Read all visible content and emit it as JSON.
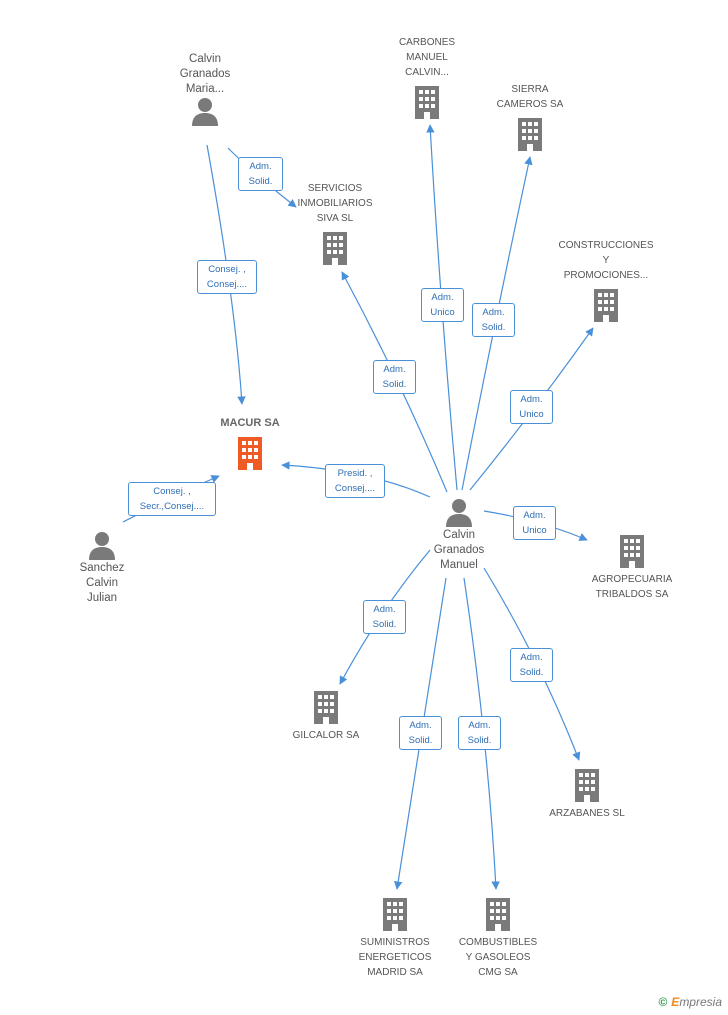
{
  "colors": {
    "edge": "#4a90d9",
    "building": "#7a7a7a",
    "focal": "#f05a24",
    "person": "#7a7a7a"
  },
  "nodes": {
    "macur": {
      "label": "MACUR SA",
      "icon": "building-icon"
    },
    "calvin_maria": {
      "label": "Calvin\nGranados\nMaria...",
      "icon": "person-icon"
    },
    "sanchez": {
      "label": "Sanchez\nCalvin\nJulian",
      "icon": "person-icon"
    },
    "calvin_manuel": {
      "label": "Calvin\nGranados\nManuel",
      "icon": "person-icon"
    },
    "servicios": {
      "label": "SERVICIOS\nINMOBILIARIOS\nSIVA SL",
      "icon": "building-icon"
    },
    "carbones": {
      "label": "CARBONES\nMANUEL\nCALVIN...",
      "icon": "building-icon"
    },
    "sierra": {
      "label": "SIERRA\nCAMEROS SA",
      "icon": "building-icon"
    },
    "construcciones": {
      "label": "CONSTRUCCIONES\nY\nPROMOCIONES...",
      "icon": "building-icon"
    },
    "agropecuaria": {
      "label": "AGROPECUARIA\nTRIBALDOS SA",
      "icon": "building-icon"
    },
    "gilcalor": {
      "label": "GILCALOR SA",
      "icon": "building-icon"
    },
    "arzabanes": {
      "label": "ARZABANES SL",
      "icon": "building-icon"
    },
    "suministros": {
      "label": "SUMINISTROS\nENERGETICOS\nMADRID SA",
      "icon": "building-icon"
    },
    "combustibles": {
      "label": "COMBUSTIBLES\nY GASOLEOS\nCMG SA",
      "icon": "building-icon"
    }
  },
  "edges": {
    "maria_servicios": "Adm.\nSolid.",
    "maria_macur": "Consej. ,\nConsej....",
    "sanchez_macur": "Consej. ,\nSecr.,Consej....",
    "manuel_macur": "Presid. ,\nConsej....",
    "manuel_servicios": "Adm.\nSolid.",
    "manuel_carbones": "Adm.\nUnico",
    "manuel_sierra": "Adm.\nSolid.",
    "manuel_construcciones": "Adm.\nUnico",
    "manuel_agropecuaria": "Adm.\nUnico",
    "manuel_gilcalor": "Adm.\nSolid.",
    "manuel_arzabanes": "Adm.\nSolid.",
    "manuel_suministros": "Adm.\nSolid.",
    "manuel_combustibles": "Adm.\nSolid."
  },
  "footer": {
    "copyright": "©",
    "brand_e": "E",
    "brand_rest": "mpresia"
  }
}
